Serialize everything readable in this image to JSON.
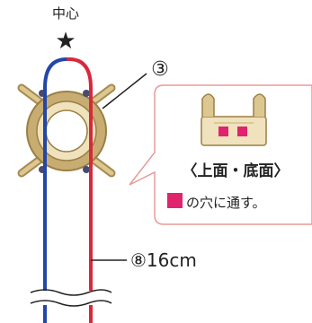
{
  "center_label": "中心",
  "center_mark": "★",
  "part_number": "③",
  "callout": {
    "title": "〈上面・底面〉",
    "note": "の穴に通す。"
  },
  "cord_label": "⑧16cm",
  "colors": {
    "ring_outer": "#c8ad73",
    "ring_inner": "#efe2bd",
    "wire_blue": "#2347a8",
    "wire_red": "#d8283c",
    "accent_pink": "#e0236e",
    "callout_border": "#e79a99",
    "text": "#222222"
  }
}
